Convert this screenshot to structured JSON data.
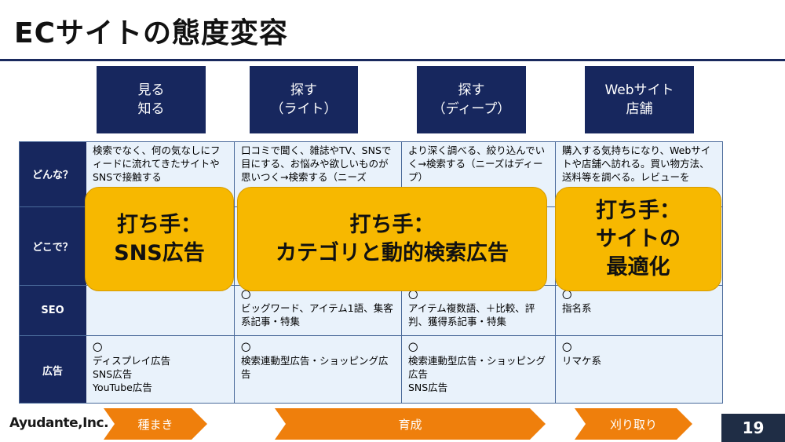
{
  "title": "ECサイトの態度変容",
  "stages": [
    {
      "label": "見る\n知る"
    },
    {
      "label": "探す\n（ライト）"
    },
    {
      "label": "探す\n（ディープ）"
    },
    {
      "label": "Webサイト\n店舗"
    }
  ],
  "row_headers": [
    "どんな？",
    "どこで？",
    "SEO",
    "広告"
  ],
  "cells": {
    "donna": [
      "検索でなく、何の気なしにフィードに流れてきたサイトやSNSで接触する",
      "口コミで聞く、雑誌やTV、SNSで目にする、お悩みや欲しいものが思いつく→検索する（ニーズ",
      "より深く調べる、絞り込んでいく→検索する（ニーズはディープ）",
      "購入する気持ちになり、Webサイトや店舗へ訪れる。買い物方法、送料等を調べる。レビューを"
    ],
    "seo": [
      "",
      "〇\nビッグワード、アイテム1語、集客系記事・特集",
      "〇\nアイテム複数語、＋比較、評判、獲得系記事・特集",
      "〇\n指名系"
    ],
    "ad": [
      "〇\nディスプレイ広告\nSNS広告\nYouTube広告",
      "〇\n検索連動型広告・ショッピング広告",
      "〇\n検索連動型広告・ショッピング広告\nSNS広告",
      "〇\nリマケ系"
    ]
  },
  "callouts": [
    "打ち手：\nSNS広告",
    "打ち手：\nカテゴリと動的検索広告",
    "打ち手：\nサイトの\n最適化"
  ],
  "footer": {
    "logo": "Ayudante,Inc.",
    "phases": [
      "種まき",
      "育成",
      "刈り取り"
    ],
    "page_number": "19"
  }
}
